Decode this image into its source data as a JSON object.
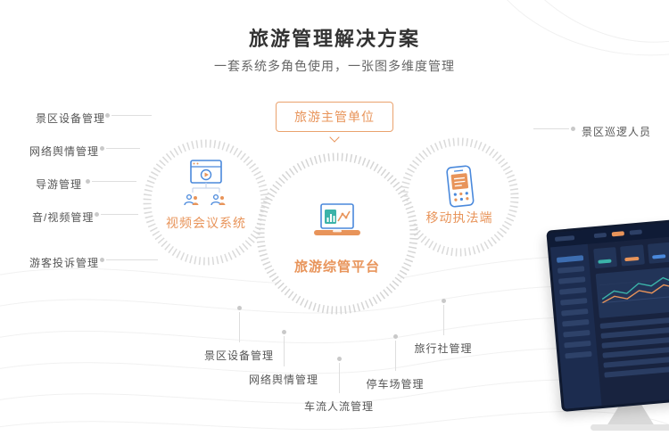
{
  "header": {
    "title": "旅游管理解决方案",
    "subtitle": "一套系统多角色使用，一张图多维度管理"
  },
  "hub": {
    "authority_label": "旅游主管单位"
  },
  "nodes": {
    "video_conference": {
      "label": "视频会议系统"
    },
    "platform": {
      "label": "旅游综管平台"
    },
    "mobile_enforcement": {
      "label": "移动执法端"
    }
  },
  "labels_left": [
    "景区设备管理",
    "网络舆情管理",
    "导游管理",
    "音/视频管理",
    "游客投诉管理"
  ],
  "labels_right": [
    "景区巡逻人员"
  ],
  "labels_bottom": [
    "景区设备管理",
    "网络舆情管理",
    "车流人流管理",
    "停车场管理",
    "旅行社管理"
  ],
  "icons": [
    "video-meeting-icon",
    "platform-laptop-icon",
    "mobile-terminal-icon",
    "down-arrow-icon"
  ],
  "colors": {
    "accent_orange": "#e8945a",
    "icon_blue": "#4a89dc",
    "teal": "#3bb3a9",
    "line_gray": "#dedede",
    "ring_gray": "#dadada",
    "dashboard_navy": "#18233f"
  }
}
